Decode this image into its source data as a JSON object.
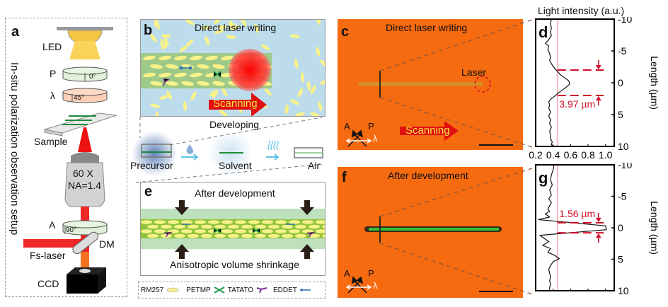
{
  "panel_a": {
    "label": "a",
    "title": "In-situ polarization observation setup",
    "led": "LED",
    "polarizer": {
      "label": "P",
      "angle": "0°"
    },
    "waveplate": {
      "label": "λ",
      "angle": "45°"
    },
    "sample": "Sample",
    "objective": {
      "mag": "60 X",
      "na": "NA=1.4"
    },
    "analyzer": {
      "label": "A",
      "angle": "90°"
    },
    "laser": "Fs-laser",
    "mirror": "DM",
    "camera": "CCD"
  },
  "panel_b": {
    "label": "b",
    "title": "Direct laser writing",
    "arrow": "Scanning"
  },
  "developing": {
    "title": "Developing",
    "steps": [
      "Precursor",
      "Solvent",
      "Air"
    ]
  },
  "panel_e": {
    "label": "e",
    "title": "After development",
    "caption": "Anisotropic volume shrinkage"
  },
  "legend": {
    "items": [
      {
        "name": "RM257",
        "color": "#f5f08a"
      },
      {
        "name": "PETMP",
        "color": "#1f9a4a"
      },
      {
        "name": "TATATO",
        "color": "#7a2e8e"
      },
      {
        "name": "EDDET",
        "color": "#2a6fb5"
      }
    ]
  },
  "panel_c": {
    "label": "c",
    "title": "Direct laser writing",
    "laser": "Laser",
    "arrow": "Scanning",
    "pol": {
      "a": "A",
      "p": "P",
      "l": "λ"
    }
  },
  "panel_f": {
    "label": "f",
    "title": "After development",
    "pol": {
      "a": "A",
      "p": "P",
      "l": "λ"
    }
  },
  "colors": {
    "micrograph": "#f66a10",
    "annotation_red": "#d0102a",
    "ref_line": "#f4b8bf"
  },
  "chart_data": [
    {
      "type": "line",
      "panel": "d",
      "title": "Light intensity (a.u.)",
      "xlabel": "Light intensity (a.u.)",
      "ylabel": "Length (µm)",
      "xlim": [
        0.2,
        1.1
      ],
      "ylim": [
        -10,
        10
      ],
      "xticks": [
        "0.2",
        "0.4",
        "0.6",
        "0.8",
        "1.0"
      ],
      "yticks": [
        "-10",
        "-5",
        "0",
        "5",
        "10"
      ],
      "reference_x": 0.45,
      "width_annotation": "3.97 µm",
      "marker_y": [
        -2.0,
        2.0
      ],
      "series": [
        {
          "name": "profile",
          "x": [
            0.38,
            0.37,
            0.38,
            0.37,
            0.38,
            0.36,
            0.34,
            0.31,
            0.35,
            0.34,
            0.36,
            0.37,
            0.36,
            0.38,
            0.4,
            0.42,
            0.45,
            0.48,
            0.53,
            0.58,
            0.59,
            0.55,
            0.5,
            0.45,
            0.41,
            0.37,
            0.35,
            0.36,
            0.35,
            0.37,
            0.35,
            0.37,
            0.36,
            0.38,
            0.36,
            0.37,
            0.37,
            0.39,
            0.38,
            0.4
          ],
          "y": [
            -10,
            -9.3,
            -8.6,
            -8.0,
            -7.4,
            -7.0,
            -6.6,
            -6.2,
            -5.8,
            -5.2,
            -4.6,
            -4.0,
            -3.5,
            -3.0,
            -2.6,
            -2.2,
            -1.8,
            -1.3,
            -0.8,
            -0.3,
            0.2,
            0.7,
            1.2,
            1.7,
            2.2,
            2.6,
            3.0,
            3.5,
            4.0,
            4.6,
            5.2,
            5.8,
            6.4,
            7.0,
            7.6,
            8.2,
            8.8,
            9.3,
            9.7,
            10
          ]
        }
      ]
    },
    {
      "type": "line",
      "panel": "g",
      "xlabel": "",
      "ylabel": "Length (µm)",
      "xlim": [
        0.2,
        1.1
      ],
      "ylim": [
        -10,
        10
      ],
      "yticks": [
        "-10",
        "-5",
        "0",
        "5",
        "10"
      ],
      "reference_x": 0.45,
      "width_annotation": "1.56 µm",
      "marker_y": [
        -0.8,
        0.8
      ],
      "series": [
        {
          "name": "profile",
          "x": [
            0.41,
            0.4,
            0.38,
            0.37,
            0.39,
            0.36,
            0.38,
            0.35,
            0.38,
            0.36,
            0.34,
            0.36,
            0.31,
            0.36,
            0.23,
            1.0,
            1.01,
            0.25,
            0.3,
            0.35,
            0.28,
            0.37,
            0.34,
            0.42,
            0.47,
            0.4,
            0.37,
            0.35,
            0.36,
            0.37,
            0.36,
            0.37,
            0.36,
            0.36
          ],
          "y": [
            -10,
            -9.2,
            -8.4,
            -7.6,
            -6.8,
            -6.0,
            -5.2,
            -4.6,
            -4.0,
            -3.5,
            -3.0,
            -2.6,
            -2.2,
            -1.7,
            -1.3,
            -0.3,
            0.3,
            1.2,
            1.7,
            2.2,
            2.8,
            3.3,
            3.9,
            4.4,
            4.9,
            5.4,
            6.0,
            6.6,
            7.2,
            7.8,
            8.4,
            9.0,
            9.5,
            10
          ]
        }
      ]
    }
  ]
}
